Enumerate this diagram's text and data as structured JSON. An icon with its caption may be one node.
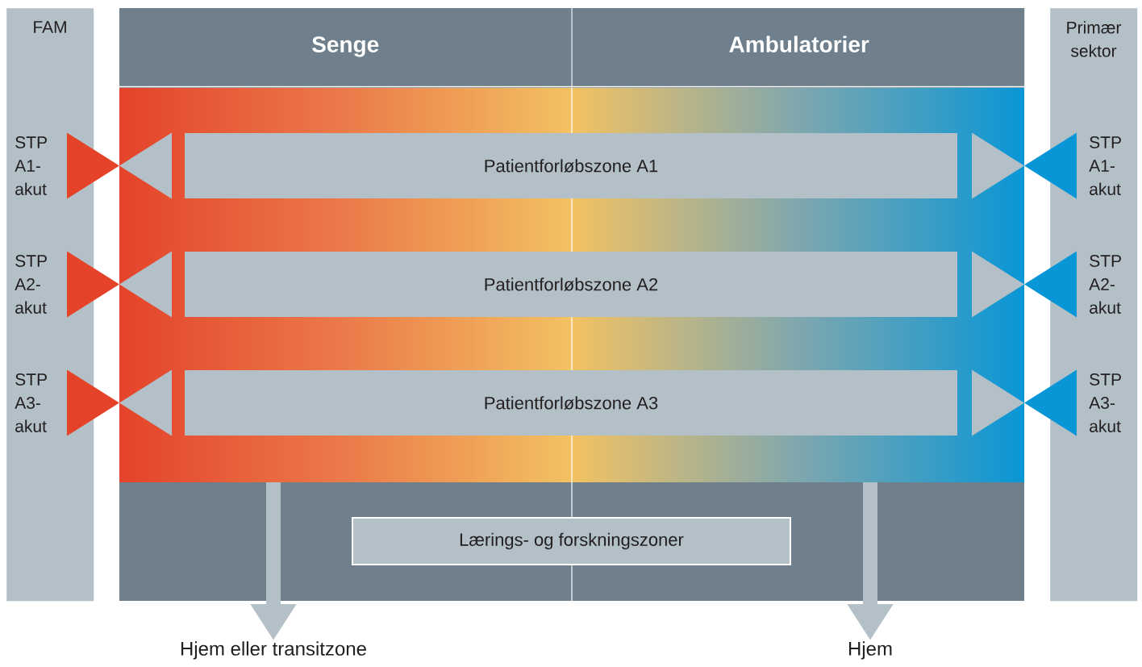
{
  "diagram": {
    "nodes": [
      {
        "text": [
          "FAM",
          "STP A1- akut",
          "STP A2- akut",
          "STP A3- akut"
        ]
      },
      {
        "text": [
          "Primær sektor",
          "STP A1- akut",
          "STP A2- akut",
          "STP A3- akut"
        ]
      },
      {
        "text": [
          "Senge"
        ]
      },
      {
        "text": [
          "Ambulatorier"
        ]
      },
      {
        "text": [
          "Patientforløbszone A1"
        ]
      },
      {
        "text": [
          "Patientforløbszone A2"
        ]
      },
      {
        "text": [
          "Patientforløbszone A3"
        ]
      },
      {
        "text": [
          "Lærings- og forskningszoner"
        ]
      },
      {
        "text": [
          "Hjem eller transitzone"
        ]
      },
      {
        "text": [
          "Hjem"
        ]
      }
    ],
    "edges": [
      {
        "from": null,
        "to": 8,
        "arrow": "to"
      },
      {
        "from": null,
        "to": 9,
        "arrow": "to"
      }
    ]
  }
}
